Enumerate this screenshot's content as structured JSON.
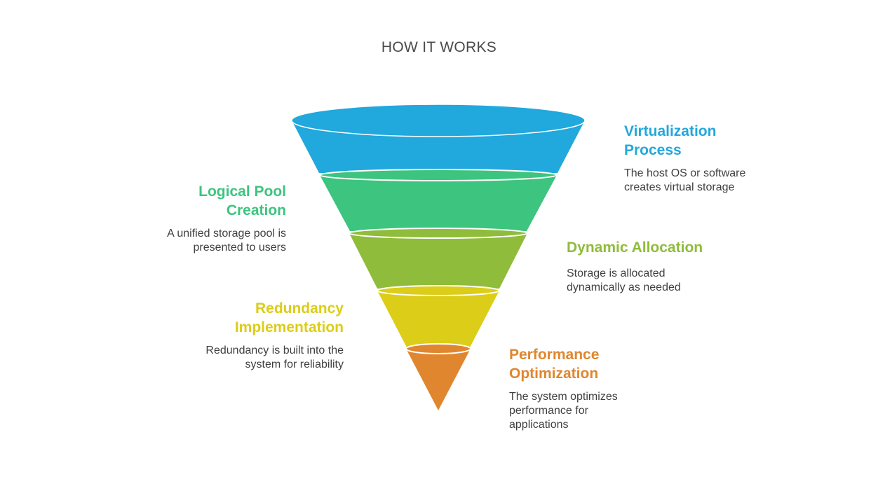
{
  "title": "HOW IT WORKS",
  "stages": [
    {
      "heading_lines": [
        "Virtualization",
        "Process"
      ],
      "desc_lines": [
        "The host OS or software",
        "creates virtual storage"
      ],
      "color": "#21a8dc"
    },
    {
      "heading_lines": [
        "Logical Pool",
        "Creation"
      ],
      "desc_lines": [
        "A unified storage pool is",
        "presented to users"
      ],
      "color": "#3dc47f"
    },
    {
      "heading_lines": [
        "Dynamic Allocation"
      ],
      "desc_lines": [
        "Storage is allocated",
        "dynamically as needed"
      ],
      "color": "#8fbc3b"
    },
    {
      "heading_lines": [
        "Redundancy",
        "Implementation"
      ],
      "desc_lines": [
        "Redundancy is built into the",
        "system for reliability"
      ],
      "color": "#dccd18"
    },
    {
      "heading_lines": [
        "Performance",
        "Optimization"
      ],
      "desc_lines": [
        "The system optimizes",
        "performance for",
        "applications"
      ],
      "color": "#e0862f"
    }
  ]
}
